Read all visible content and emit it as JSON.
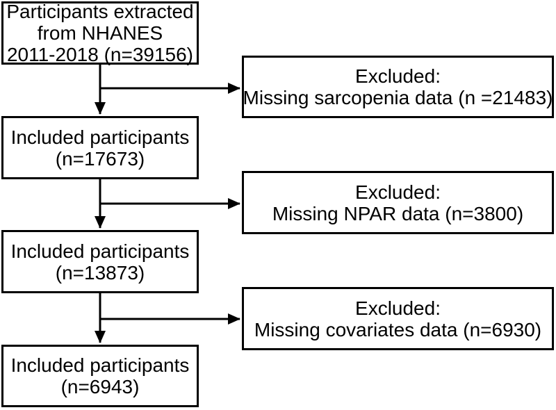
{
  "colors": {
    "background": "#ffffff",
    "line": "#000000",
    "box_border": "#000000",
    "text": "#000000"
  },
  "flow": {
    "main_boxes": [
      {
        "name": "participants-extracted",
        "line1": "Participants extracted",
        "line2": "from NHANES",
        "line3": "2011-2018 (n=39156)"
      },
      {
        "name": "included-participants-1",
        "line1": "Included participants",
        "line2": "(n=17673)"
      },
      {
        "name": "included-participants-2",
        "line1": "Included participants",
        "line2": "(n=13873)"
      },
      {
        "name": "included-participants-3",
        "line1": "Included participants",
        "line2": "(n=6943)"
      }
    ],
    "exclusion_boxes": [
      {
        "name": "excluded-sarcopenia",
        "line1": "Excluded:",
        "line2": "Missing sarcopenia data (n =21483)"
      },
      {
        "name": "excluded-npar",
        "line1": "Excluded:",
        "line2": "Missing NPAR data (n=3800)"
      },
      {
        "name": "excluded-covariates",
        "line1": "Excluded:",
        "line2": "Missing covariates data (n=6930)"
      }
    ]
  }
}
